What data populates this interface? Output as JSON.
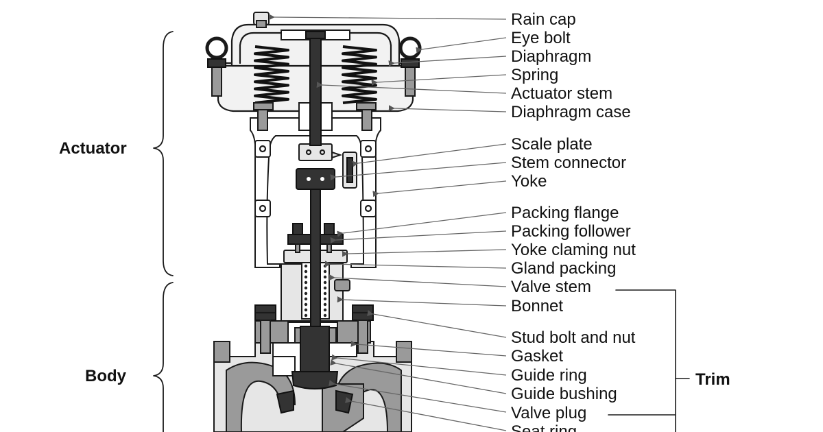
{
  "groups": {
    "actuator": "Actuator",
    "body": "Body",
    "trim": "Trim"
  },
  "labels": [
    "Rain cap",
    "Eye bolt",
    "Diaphragm",
    "Spring",
    "Actuator stem",
    "Diaphragm case",
    "Scale plate",
    "Stem connector",
    "Yoke",
    "Packing flange",
    "Packing follower",
    "Yoke claming nut",
    "Gland packing",
    "Valve stem",
    "Bonnet",
    "Stud bolt and nut",
    "Gasket",
    "Guide ring",
    "Guide bushing",
    "Valve plug",
    "Seat ring"
  ]
}
